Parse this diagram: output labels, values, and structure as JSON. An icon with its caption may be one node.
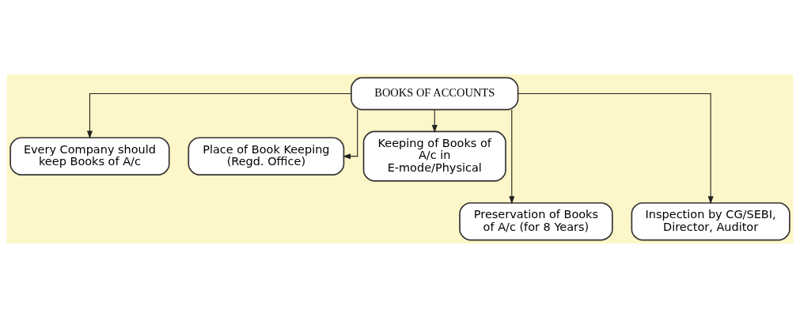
{
  "diagram": {
    "nodes": [
      {
        "text": [
          "BOOKS OF ACCOUNTS"
        ]
      },
      {
        "text": [
          "Every Company should keep Books of A/c"
        ]
      },
      {
        "text": [
          "Place of Book Keeping (Regd. Office)"
        ]
      },
      {
        "text": [
          "Keeping of Books of A/c in E-mode/Physical"
        ]
      },
      {
        "text": [
          "Preservation of Books of A/c (for 8 Years)"
        ]
      },
      {
        "text": [
          "Inspection by CG/SEBI, Director, Auditor"
        ]
      }
    ],
    "edges": [
      {
        "from": 0,
        "to": 1,
        "arrow": "to"
      },
      {
        "from": 0,
        "to": 4,
        "arrow": "to"
      },
      {
        "from": 0,
        "to": 2,
        "arrow": "to"
      },
      {
        "from": 0,
        "to": 5,
        "arrow": "to"
      },
      {
        "from": 0,
        "to": 3,
        "arrow": "to"
      }
    ]
  }
}
